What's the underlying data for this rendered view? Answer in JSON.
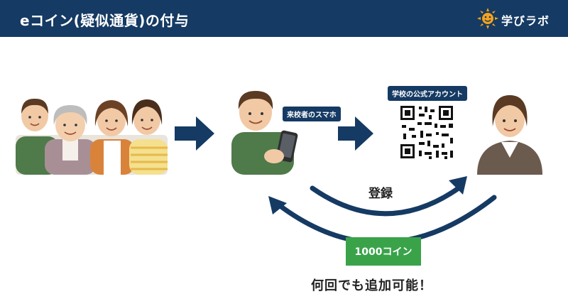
{
  "header": {
    "title": "eコイン(疑似通貨)の付与",
    "logo_text": "学びラボ",
    "logo_icon": "sun-icon"
  },
  "diagram": {
    "phone_label": "来校者のスマホ",
    "account_label": "学校の公式アカウント",
    "register_label": "登録",
    "coin_label": "1000コイン",
    "repeat_label": "何回でも追加可能！"
  },
  "colors": {
    "navy": "#153a63",
    "green": "#3aa34a",
    "arrow": "#153a63"
  }
}
